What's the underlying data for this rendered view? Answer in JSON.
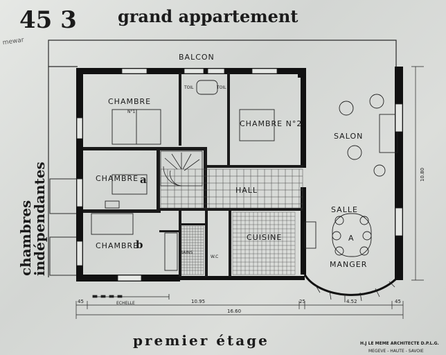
{
  "header": {
    "number": "45 3",
    "title": "grand appartement",
    "margin_note": "mewar"
  },
  "rooms": {
    "balcon": "BALCON",
    "chambre1": "CHAMBRE",
    "chambre1_no": "N°1",
    "toil_left": "TOIL",
    "toil_right": "TOIL",
    "chambre2": "CHAMBRE N°2",
    "salon": "SALON",
    "chambre_a": "CHAMBRE",
    "chambre_a_letter": "a",
    "hall": "HALL",
    "salle": "SALLE",
    "salle_a": "A",
    "manger": "MANGER",
    "chambre_b": "CHAMBRE",
    "chambre_b_letter": "b",
    "bains": "BAINS",
    "wc": "W.C",
    "cuisine": "CUISINE"
  },
  "side_label": {
    "line1": "chambres",
    "line2": "indépendantes"
  },
  "dimensions": {
    "left_small": "45",
    "width_left": "10.95",
    "mid_small": "25",
    "width_right": "4.52",
    "right_small": "45",
    "total_width": "16.60",
    "height": "10.80",
    "scale": "ECHELLE"
  },
  "footer": {
    "floor": "premier étage",
    "architect_line1": "H.J LE MEME ARCHITECTE D.P.L.G.",
    "architect_line2": "MEGEVE - HAUTE - SAVOIE"
  }
}
